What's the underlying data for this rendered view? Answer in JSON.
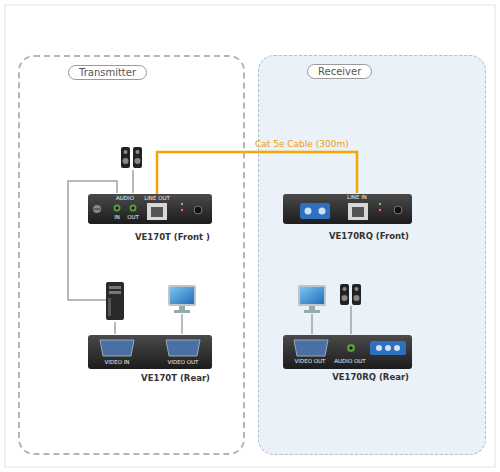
{
  "diagram": {
    "nodes": [
      {
        "text": [
          "Transmitter"
        ]
      },
      {
        "text": [
          "VE170T (Front )"
        ],
        "in": 0
      },
      {
        "text": [
          "VE170T (Rear)"
        ],
        "in": 0
      },
      {
        "text": [
          "Receiver"
        ]
      },
      {
        "text": [
          "VE170RQ (Front)"
        ],
        "in": 3
      },
      {
        "text": [
          "VE170RQ (Rear)"
        ],
        "in": 3
      }
    ],
    "edges": [
      {
        "from": 1,
        "to": 4,
        "arrow": "none",
        "label": "Cat 5e Cable (300m)"
      }
    ],
    "labels": [
      "AUDIO",
      "IN",
      "OUT",
      "LINE OUT",
      "LINE IN",
      "VIDEO IN",
      "VIDEO OUT",
      "VIDEO OUT",
      "AUDIO OUT"
    ]
  }
}
